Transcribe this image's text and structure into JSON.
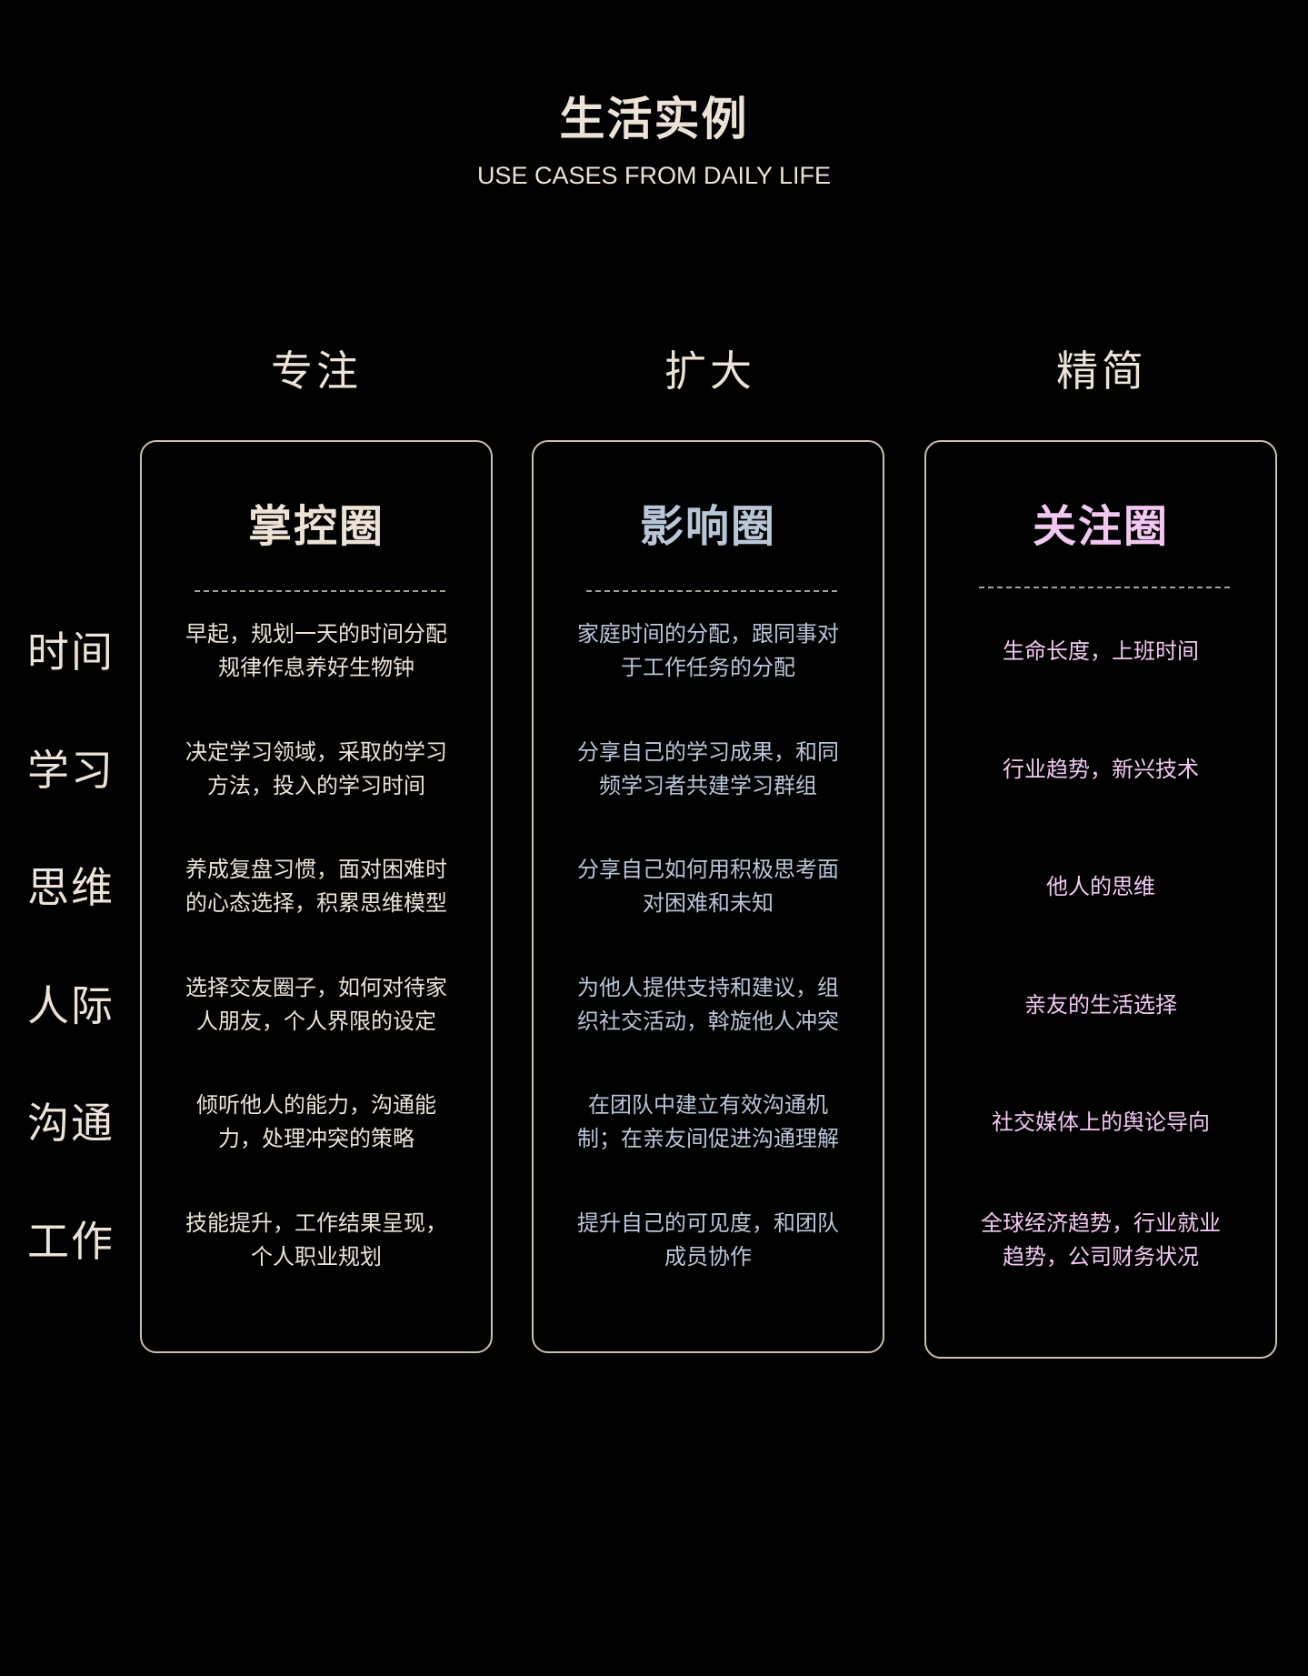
{
  "header": {
    "title": "生活实例",
    "subtitle": "USE CASES FROM DAILY LIFE"
  },
  "columns": [
    {
      "heading": "专注",
      "circle": "掌控圈",
      "color": "#ece3d6"
    },
    {
      "heading": "扩大",
      "circle": "影响圈",
      "color": "#b9c6d8"
    },
    {
      "heading": "精简",
      "circle": "关注圈",
      "color": "#f2c8f2"
    }
  ],
  "rows": [
    {
      "label": "时间",
      "cells": [
        "早起，规划一天的时间分配\n规律作息养好生物钟",
        "家庭时间的分配，跟同事对\n于工作任务的分配",
        "生命长度，上班时间"
      ]
    },
    {
      "label": "学习",
      "cells": [
        "决定学习领域，采取的学习\n方法，投入的学习时间",
        "分享自己的学习成果，和同\n频学习者共建学习群组",
        "行业趋势，新兴技术"
      ]
    },
    {
      "label": "思维",
      "cells": [
        "养成复盘习惯，面对困难时\n的心态选择，积累思维模型",
        "分享自己如何用积极思考面\n对困难和未知",
        "他人的思维"
      ]
    },
    {
      "label": "人际",
      "cells": [
        "选择交友圈子，如何对待家\n人朋友，个人界限的设定",
        "为他人提供支持和建议，组\n织社交活动，斡旋他人冲突",
        "亲友的生活选择"
      ]
    },
    {
      "label": "沟通",
      "cells": [
        "倾听他人的能力，沟通能\n力，处理冲突的策略",
        "在团队中建立有效沟通机\n制；在亲友间促进沟通理解",
        "社交媒体上的舆论导向"
      ]
    },
    {
      "label": "工作",
      "cells": [
        "技能提升，工作结果呈现，\n个人职业规划",
        "提升自己的可见度，和团队\n成员协作",
        "全球经济趋势，行业就业\n趋势，公司财务状况"
      ]
    }
  ]
}
